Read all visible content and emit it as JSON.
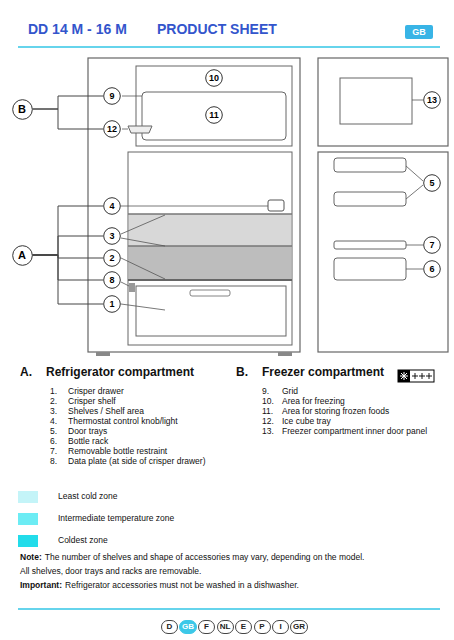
{
  "diagram": {
    "title": "DD 14 M - 16 M",
    "nodes": [
      {
        "text": [
          "GB"
        ]
      },
      {
        "text": [
          "B"
        ]
      },
      {
        "text": [
          "9"
        ]
      },
      {
        "text": [
          "10"
        ]
      },
      {
        "text": [
          "11"
        ]
      },
      {
        "text": [
          "12"
        ]
      },
      {
        "text": [
          "13"
        ]
      },
      {
        "text": [
          "A"
        ]
      },
      {
        "text": [
          "4"
        ]
      },
      {
        "text": [
          "5"
        ]
      },
      {
        "text": [
          "3"
        ]
      },
      {
        "text": [
          "2"
        ]
      },
      {
        "text": [
          "8"
        ]
      },
      {
        "text": [
          "7"
        ]
      },
      {
        "text": [
          "6"
        ]
      },
      {
        "text": [
          "1"
        ]
      },
      {
        "text": [
          "D"
        ]
      },
      {
        "text": [
          "GB"
        ]
      },
      {
        "text": [
          "F"
        ]
      },
      {
        "text": [
          "NL"
        ]
      },
      {
        "text": [
          "E"
        ]
      },
      {
        "text": [
          "P"
        ]
      },
      {
        "text": [
          "I"
        ]
      },
      {
        "text": [
          "GR"
        ]
      }
    ],
    "edges": [
      {
        "from": 1,
        "to": 2,
        "arrow": "none"
      },
      {
        "from": 1,
        "to": 5,
        "arrow": "none"
      },
      {
        "from": 7,
        "to": 8,
        "arrow": "none"
      },
      {
        "from": 7,
        "to": 10,
        "arrow": "none"
      },
      {
        "from": 7,
        "to": 11,
        "arrow": "none"
      },
      {
        "from": 7,
        "to": 12,
        "arrow": "none"
      },
      {
        "from": 7,
        "to": 15,
        "arrow": "none"
      }
    ],
    "labels": [
      "PRODUCT SHEET",
      "A.",
      "Refrigerator compartment",
      "1.",
      "Crisper drawer",
      "2.",
      "Crisper shelf",
      "3.",
      "Shelves / Shelf area",
      "4.",
      "Thermostat control knob/light",
      "5.",
      "Door trays",
      "6.",
      "Bottle rack",
      "7.",
      "Removable bottle restraint",
      "8.",
      "Data plate (at side of crisper drawer)",
      "B.",
      "Freezer compartment",
      "9.",
      "Grid",
      "10.",
      "Area for freezing",
      "11.",
      "Area for storing frozen foods",
      "12.",
      "Ice cube tray",
      "13.",
      "Freezer compartment inner door panel",
      "Note:",
      "The number of shelves and shape of accessories may vary, depending on the model.",
      "All shelves, door trays and racks are removable.",
      "Important:",
      "Refrigerator accessories must not be washed in a dishwasher."
    ],
    "legend": [
      {
        "text": "Least cold zone",
        "color": "#c4f4f8"
      },
      {
        "text": "Intermediate temperature zone",
        "color": "#6cecf4"
      },
      {
        "text": "Coldest zone",
        "color": "#22dcea"
      }
    ]
  }
}
